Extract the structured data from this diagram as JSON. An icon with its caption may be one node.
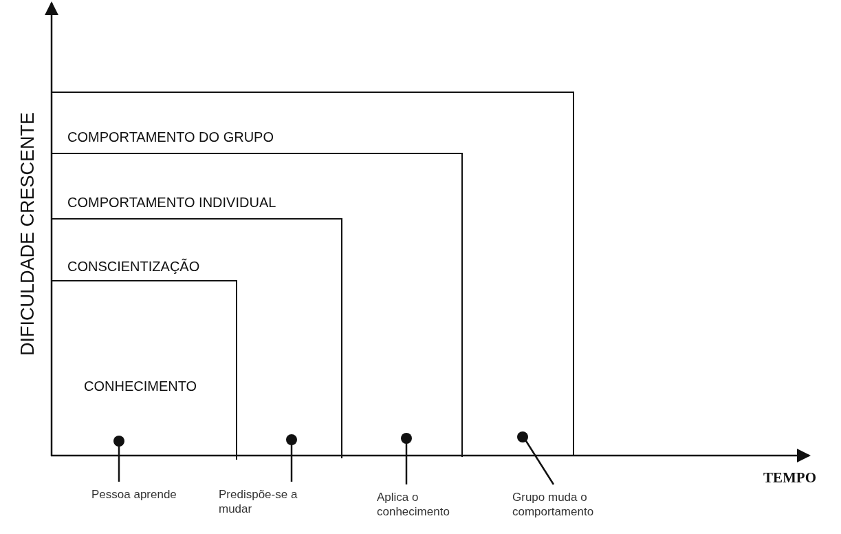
{
  "diagram": {
    "nodes": [
      {
        "text": [
          "COMPORTAMENTO DO GRUPO"
        ]
      },
      {
        "text": [
          "COMPORTAMENTO INDIVIDUAL"
        ],
        "in": 0
      },
      {
        "text": [
          "CONSCIENTIZAÇÃO"
        ],
        "in": 1
      },
      {
        "text": [
          "CONHECIMENTO"
        ],
        "in": 2
      },
      {
        "text": [],
        "shape": "circle",
        "in": 3
      },
      {
        "text": [],
        "shape": "circle",
        "in": 2
      },
      {
        "text": [],
        "shape": "circle",
        "in": 1
      },
      {
        "text": [],
        "shape": "circle",
        "in": 0
      },
      {
        "text": [
          "Pessoa aprende"
        ]
      },
      {
        "text": [
          "Predispõe-se a mudar"
        ]
      },
      {
        "text": [
          "Aplica o conhecimento"
        ]
      },
      {
        "text": [
          "Grupo muda o comportamento"
        ]
      }
    ],
    "edges": [
      {
        "from": 8,
        "to": 4,
        "arrow": "none"
      },
      {
        "from": 9,
        "to": 5,
        "arrow": "none"
      },
      {
        "from": 10,
        "to": 6,
        "arrow": "none"
      },
      {
        "from": 11,
        "to": 7,
        "arrow": "none"
      }
    ],
    "labels": [
      "DIFICULDADE CRESCENTE",
      "TEMPO"
    ]
  }
}
